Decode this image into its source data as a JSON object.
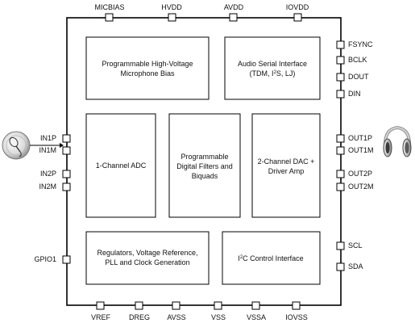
{
  "diagram": {
    "top_pins": [
      "MICBIAS",
      "HVDD",
      "AVDD",
      "IOVDD"
    ],
    "bottom_pins": [
      "VREF",
      "DREG",
      "AVSS",
      "VSS",
      "VSSA",
      "IOVSS"
    ],
    "left_pins": [
      "IN1P",
      "IN1M",
      "IN2P",
      "IN2M",
      "GPIO1"
    ],
    "right_pins": [
      "FSYNC",
      "BCLK",
      "DOUT",
      "DIN",
      "OUT1P",
      "OUT1M",
      "OUT2P",
      "OUT2M",
      "SCL",
      "SDA"
    ],
    "blocks": {
      "mic_bias": [
        "Programmable High-Voltage",
        "Microphone Bias"
      ],
      "audio_serial": {
        "line1": "Audio Serial Interface",
        "line2_prefix": "(TDM, I",
        "line2_sup": "2",
        "line2_suffix": "S, LJ)"
      },
      "adc": [
        "1-Channel ADC"
      ],
      "dsp": [
        "Programmable",
        "Digital Filters and",
        "Biquads"
      ],
      "dac": [
        "2-Channel DAC +",
        "Driver Amp"
      ],
      "regulators": [
        "Regulators, Voltage Reference,",
        "PLL and Clock Generation"
      ],
      "i2c": {
        "prefix": "I",
        "sup": "2",
        "suffix": "C Control Interface"
      }
    },
    "icons": [
      "microphone-icon",
      "headphones-icon"
    ]
  }
}
